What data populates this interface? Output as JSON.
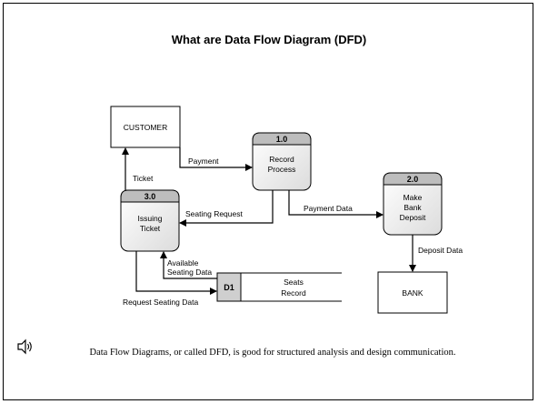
{
  "title": "What are Data Flow Diagram (DFD)",
  "entities": {
    "customer": "CUSTOMER",
    "bank": "BANK"
  },
  "processes": [
    {
      "id": "1.0",
      "line1": "Record",
      "line2": "Process",
      "line3": ""
    },
    {
      "id": "2.0",
      "line1": "Make",
      "line2": "Bank",
      "line3": "Deposit"
    },
    {
      "id": "3.0",
      "line1": "Issuing",
      "line2": "Ticket",
      "line3": ""
    }
  ],
  "datastore": {
    "id": "D1",
    "line1": "Seats",
    "line2": "Record"
  },
  "flows": {
    "payment": "Payment",
    "ticket": "Ticket",
    "seating_request": "Seating Request",
    "payment_data": "Payment Data",
    "deposit_data": "Deposit Data",
    "available_1": "Available",
    "available_2": "Seating Data",
    "request_seating_data": "Request Seating Data"
  },
  "caption": "Data Flow Diagrams, or called DFD, is good for structured analysis and design communication.",
  "icons": {
    "speaker": "speaker-icon"
  }
}
